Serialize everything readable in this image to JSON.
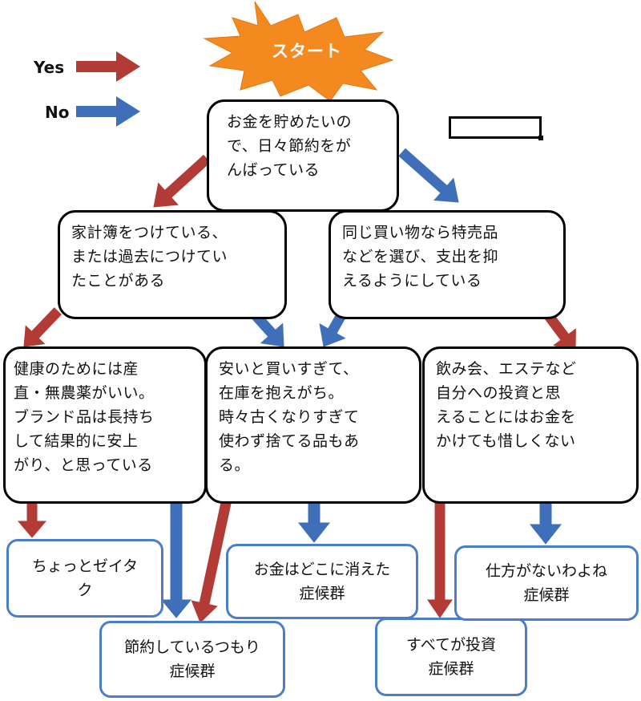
{
  "colors": {
    "yes": "#b23b36",
    "no": "#3f6fb8",
    "start": "#f4891f"
  },
  "legend": {
    "yes_label": "Yes",
    "no_label": "No"
  },
  "start": {
    "label": "スタート"
  },
  "questions": {
    "q1": "お金を貯めたいの\nで、日々節約をが\nんばっている",
    "q2": "家計簿をつけている、\nまたは過去につけてい\nたことがある",
    "q3": "同じ買い物なら特売品\nなどを選び、支出を抑\nえるようにしている",
    "q4": "健康のためには産\n直・無農薬がいい。\nブランド品は長持ち\nして結果的に安上\nがり、と思っている",
    "q5": "安いと買いすぎて、\n在庫を抱えがち。\n時々古くなりすぎて\n使わず捨てる品もあ\nる。",
    "q6": "飲み会、エステなど\n自分への投資と思\nえることにはお金を\nかけても惜しくない"
  },
  "results": {
    "r1": "ちょっとゼイタ\nク",
    "r2": "節約しているつもり\n症候群",
    "r3": "お金はどこに消えた\n症候群",
    "r4": "すべてが投資\n症候群",
    "r5": "仕方がないわよね\n症候群"
  }
}
